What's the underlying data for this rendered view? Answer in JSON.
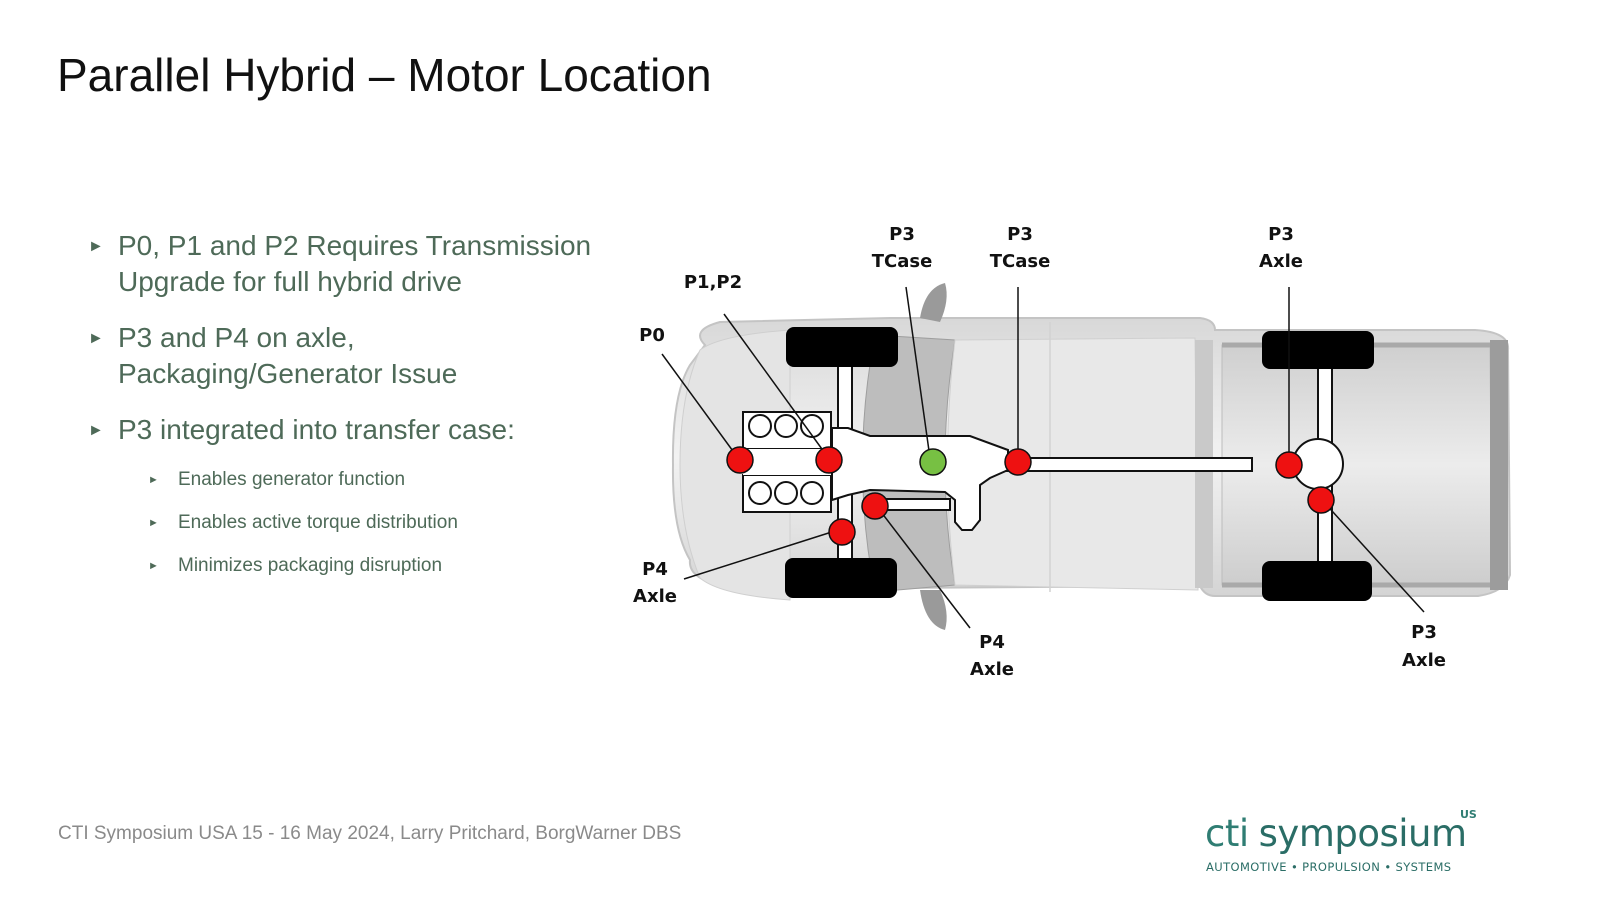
{
  "slide": {
    "title": "Parallel Hybrid – Motor Location",
    "bullets": [
      "P0, P1 and P2 Requires Transmission Upgrade for full hybrid drive",
      "P3 and P4 on axle, Packaging/Generator Issue",
      "P3 integrated into transfer case:"
    ],
    "sub_bullets": [
      "Enables generator function",
      "Enables active torque distribution",
      "Minimizes packaging disruption"
    ],
    "bullet_marker": "►",
    "footer": "CTI Symposium USA 15 - 16 May 2024, Larry Pritchard, BorgWarner DBS"
  },
  "diagram": {
    "labels": {
      "p0": "P0",
      "p1p2": "P1,P2",
      "p3_tcase_left": [
        "P3",
        "TCase"
      ],
      "p3_tcase_right": [
        "P3",
        "TCase"
      ],
      "p3_axle_top": [
        "P3",
        "Axle"
      ],
      "p4_axle_left": [
        "P4",
        "Axle"
      ],
      "p4_axle_bottom": [
        "P4",
        "Axle"
      ],
      "p3_axle_bottom": [
        "P3",
        "Axle"
      ]
    },
    "colors": {
      "motor_red": "#ee1111",
      "motor_green": "#77c043",
      "tire": "#000000"
    }
  },
  "logo": {
    "brand_a": "cti",
    "brand_b": "symposium",
    "region": "US",
    "tagline": "AUTOMOTIVE • PROPULSION • SYSTEMS"
  }
}
